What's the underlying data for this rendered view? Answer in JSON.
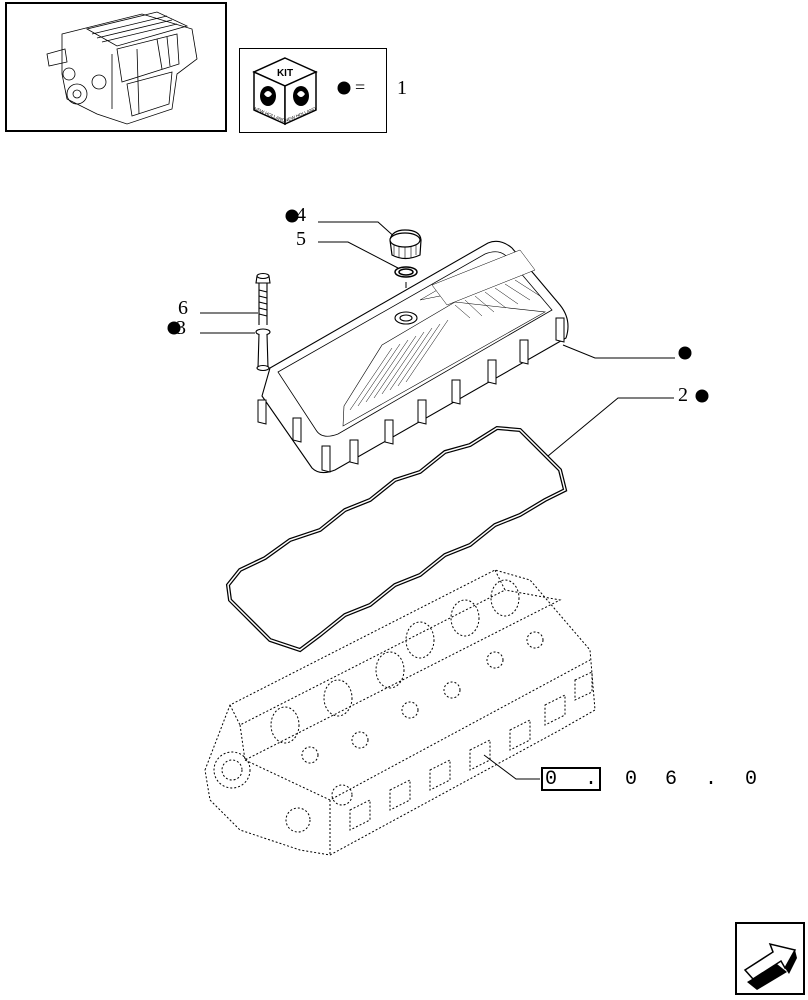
{
  "legend": {
    "kit_label": "KIT",
    "brand_text": "NEW HOLLAND",
    "equals_sign": "=",
    "kit_number": "1"
  },
  "callouts": {
    "item_4": "4",
    "item_5": "5",
    "item_6": "6",
    "item_3": "3",
    "item_2": "2"
  },
  "reference": {
    "text": "0.06.0"
  },
  "colors": {
    "line": "#000000",
    "background": "#ffffff"
  }
}
